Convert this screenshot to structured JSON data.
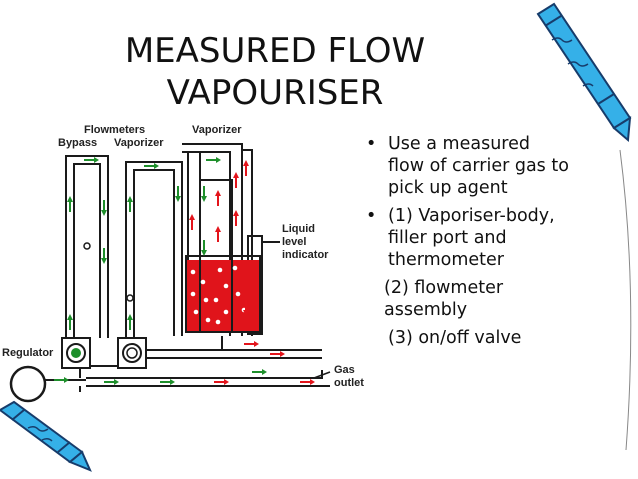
{
  "title": {
    "line1": "MEASURED FLOW",
    "line2": "VAPOURISER"
  },
  "bullets": [
    {
      "marker": "•",
      "text": "Use a measured flow of carrier gas to pick up agent"
    },
    {
      "marker": "•",
      "text": "(1) Vaporiser-body, filler port and thermometer"
    }
  ],
  "sub_items": [
    "(2) flowmeter assembly",
    "(3) on/off valve"
  ],
  "diagram": {
    "label_flowmeters": "Flowmeters",
    "label_bypass": "Bypass",
    "label_vaporizer_col": "Vaporizer",
    "label_vaporizer_top": "Vaporizer",
    "label_liquid": "Liquid",
    "label_level": "level",
    "label_indicator": "indicator",
    "label_regulator": "Regulator",
    "label_gas": "Gas",
    "label_outlet": "outlet"
  },
  "colors": {
    "arrow_green": "#1e8f2b",
    "arrow_red": "#e3141b",
    "liquid": "#e0141b",
    "crayon_blue": "#33aee6"
  }
}
